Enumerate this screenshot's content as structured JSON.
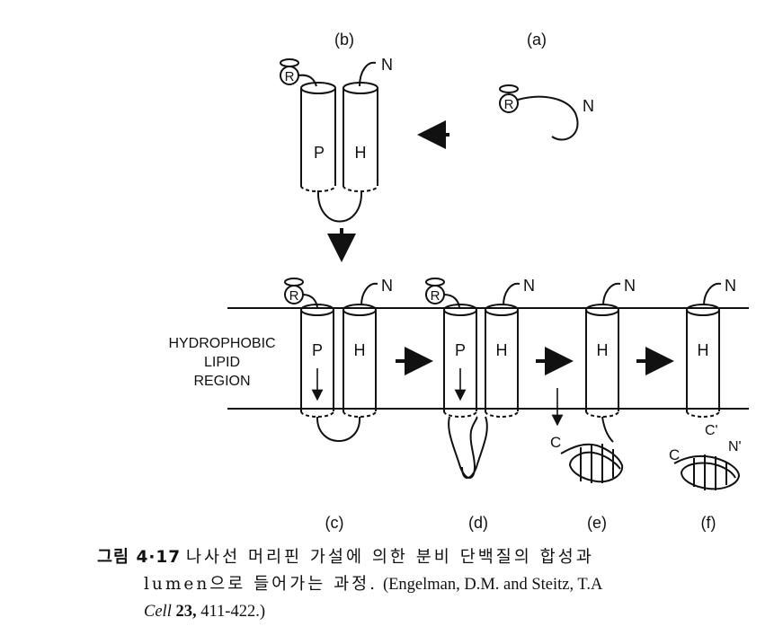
{
  "panels": {
    "a": "(a)",
    "b": "(b)",
    "c": "(c)",
    "d": "(d)",
    "e": "(e)",
    "f": "(f)"
  },
  "helix_labels": {
    "p": "P",
    "h": "H"
  },
  "terminus_labels": {
    "n": "N",
    "c": "C",
    "c_prime": "C'",
    "n_prime": "N'",
    "r": "R"
  },
  "region_label": [
    "HYDROPHOBIC",
    "LIPID",
    "REGION"
  ],
  "caption": {
    "label": "그림 4·17",
    "line1_text": "나사선 머리핀 가설에 의한 분비 단백질의 합성과",
    "line2_text": "lumen으로 들어가는 과정.",
    "line2_ref": "(Engelman, D.M. and Steitz, T.A",
    "line3_journal": "Cell",
    "line3_volume": "23,",
    "line3_pages": "411-422.)"
  }
}
